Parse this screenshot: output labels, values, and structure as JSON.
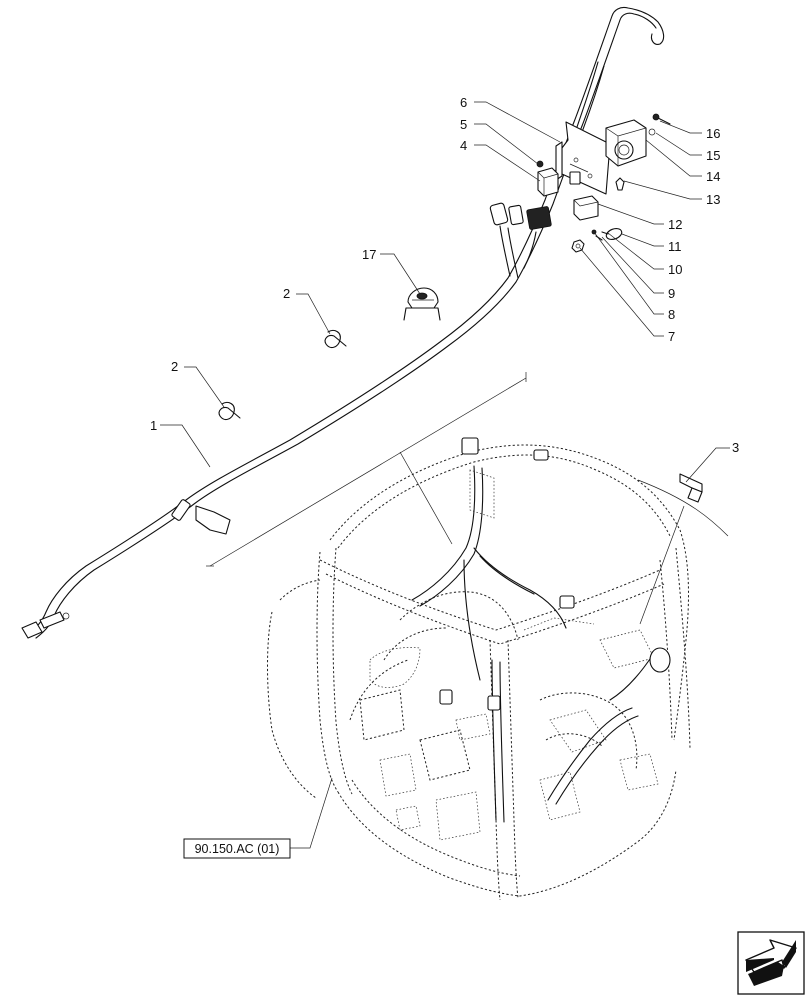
{
  "callouts": [
    {
      "id": "c1",
      "label": "1"
    },
    {
      "id": "c2a",
      "label": "2"
    },
    {
      "id": "c2b",
      "label": "2"
    },
    {
      "id": "c3",
      "label": "3"
    },
    {
      "id": "c4",
      "label": "4"
    },
    {
      "id": "c5",
      "label": "5"
    },
    {
      "id": "c6",
      "label": "6"
    },
    {
      "id": "c7",
      "label": "7"
    },
    {
      "id": "c8",
      "label": "8"
    },
    {
      "id": "c9",
      "label": "9"
    },
    {
      "id": "c10",
      "label": "10"
    },
    {
      "id": "c11",
      "label": "11"
    },
    {
      "id": "c12",
      "label": "12"
    },
    {
      "id": "c13",
      "label": "13"
    },
    {
      "id": "c14",
      "label": "14"
    },
    {
      "id": "c15",
      "label": "15"
    },
    {
      "id": "c16",
      "label": "16"
    },
    {
      "id": "c17",
      "label": "17"
    }
  ],
  "reference_box": {
    "label": "90.150.AC (01)"
  },
  "nav_icon": {
    "name": "next-page-arrow-icon"
  }
}
